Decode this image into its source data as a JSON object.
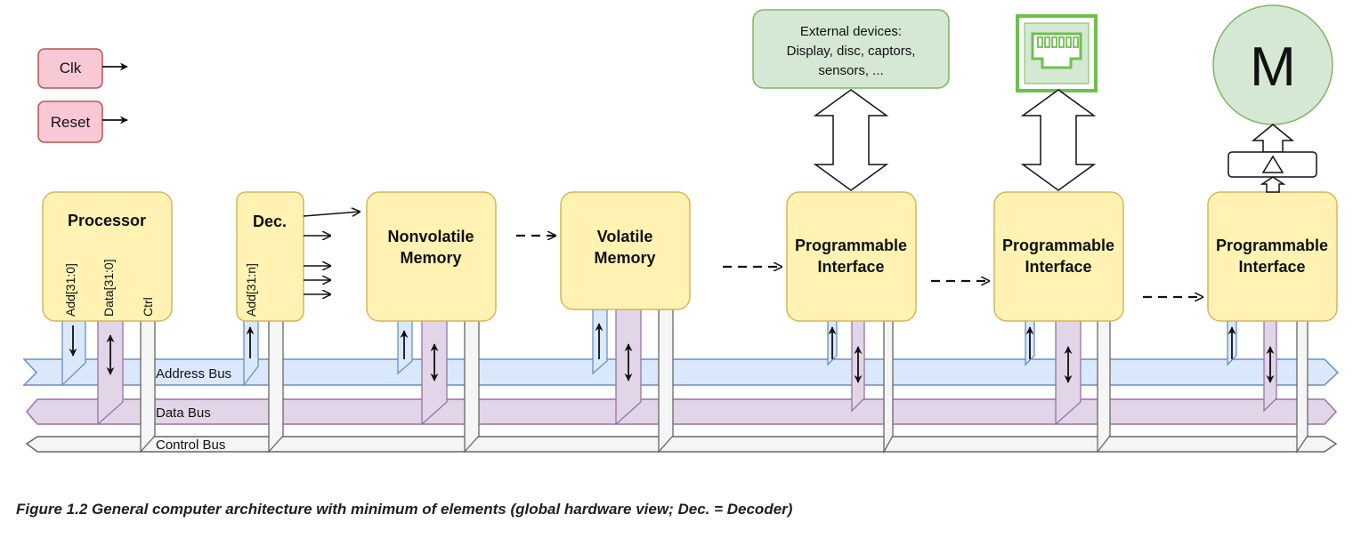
{
  "signals": {
    "clk": "Clk",
    "reset": "Reset"
  },
  "processor": {
    "title": "Processor",
    "add": "Add[31:0]",
    "data": "Data[31:0]",
    "ctrl": "Ctrl"
  },
  "decoder": {
    "title": "Dec.",
    "add": "Add[31:n]"
  },
  "nonvolatile": {
    "line1": "Nonvolatile",
    "line2": "Memory"
  },
  "volatile": {
    "line1": "Volatile",
    "line2": "Memory"
  },
  "interfaces": [
    {
      "line1": "Programmable",
      "line2": "Interface"
    },
    {
      "line1": "Programmable",
      "line2": "Interface"
    },
    {
      "line1": "Programmable",
      "line2": "Interface"
    }
  ],
  "external": {
    "line1": "External devices:",
    "line2": "Display, disc, captors,",
    "line3": "sensors, ..."
  },
  "motor": {
    "label": "M"
  },
  "buses": {
    "address": "Address Bus",
    "data": "Data Bus",
    "control": "Control Bus"
  },
  "colors": {
    "block_fill": "#fff2b3",
    "block_stroke": "#d6b656",
    "signal_fill": "#f8c9d4",
    "signal_stroke": "#b85450",
    "green_fill": "#d5e8d4",
    "green_stroke": "#82b366",
    "rj45": "#6fbf4f",
    "address_fill": "#dae8fc",
    "address_stroke": "#6c8ebf",
    "data_fill": "#e1d5e7",
    "data_stroke": "#9673a6",
    "control_fill": "#f5f5f5",
    "control_stroke": "#666666"
  },
  "caption": "Figure 1.2 General computer architecture with minimum of elements (global hardware view; Dec. = Decoder)"
}
